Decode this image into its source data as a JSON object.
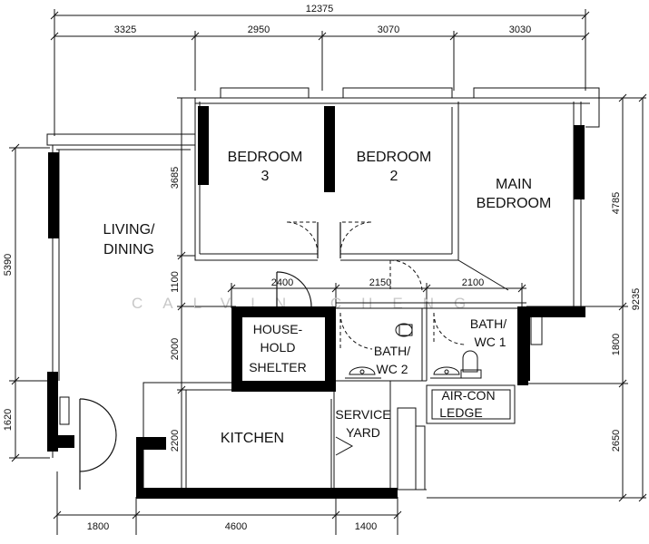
{
  "dimensions": {
    "top_total": "12375",
    "top_segments": [
      "3325",
      "2950",
      "3070",
      "3030"
    ],
    "left": [
      "5390",
      "1620"
    ],
    "inner_left": [
      "3685",
      "1100",
      "2000",
      "2200"
    ],
    "right_outer": "9235",
    "right_inner": [
      "4785",
      "1800",
      "2650"
    ],
    "bottom": [
      "1800",
      "4600",
      "1400"
    ],
    "corridor": [
      "2400",
      "2150",
      "2100"
    ]
  },
  "rooms": {
    "bedroom3": [
      "BEDROOM",
      "3"
    ],
    "bedroom2": [
      "BEDROOM",
      "2"
    ],
    "main_bedroom": [
      "MAIN",
      "BEDROOM"
    ],
    "living": [
      "LIVING/",
      "DINING"
    ],
    "shelter": [
      "HOUSE-",
      "HOLD",
      "SHELTER"
    ],
    "bath2": [
      "BATH/",
      "WC  2"
    ],
    "bath1": [
      "BATH/",
      "WC  1"
    ],
    "aircon": [
      "AIR-CON",
      "LEDGE"
    ],
    "kitchen": "KITCHEN",
    "service": [
      "SERVICE",
      "YARD"
    ]
  },
  "watermark": "CALVIN CHENG"
}
